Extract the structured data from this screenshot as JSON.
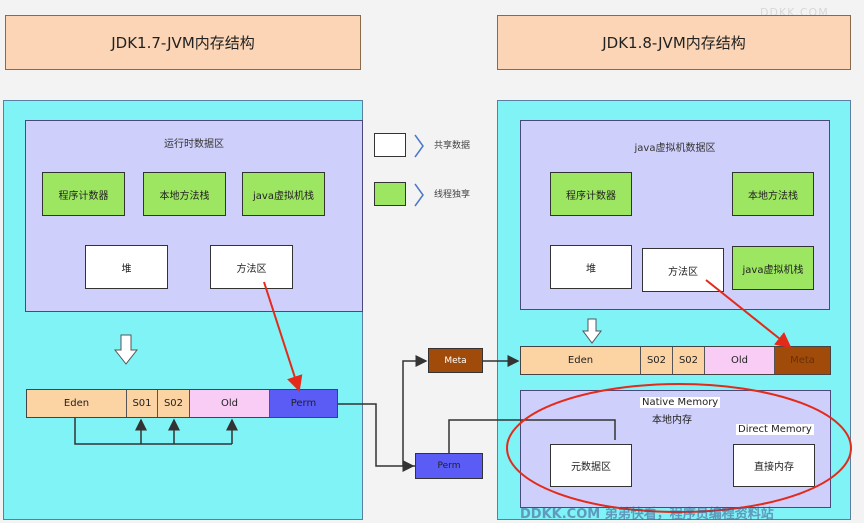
{
  "watermark_top": "DDKK.COM",
  "watermark_bottom": "DDKK.COM 弟弟快看，程序员编程资料站",
  "left": {
    "title": "JDK1.7-JVM内存结构",
    "runtime_area_label": "运行时数据区",
    "pc_register": "程序计数器",
    "native_stack": "本地方法栈",
    "java_stack": "java虚拟机栈",
    "heap": "堆",
    "method_area": "方法区",
    "memory_bar": [
      "Eden",
      "S01",
      "S02",
      "Old",
      "Perm"
    ]
  },
  "legend": {
    "shared": "共享数据",
    "thread_private": "线程独享"
  },
  "middle": {
    "meta": "Meta",
    "perm": "Perm"
  },
  "right": {
    "title": "JDK1.8-JVM内存结构",
    "jvm_area_label": "java虚拟机数据区",
    "pc_register": "程序计数器",
    "native_stack": "本地方法栈",
    "heap": "堆",
    "method_area": "方法区",
    "java_stack": "java虚拟机栈",
    "memory_bar": [
      "Eden",
      "S02",
      "S02",
      "Old",
      "Meta"
    ],
    "native_memory_en": "Native Memory",
    "native_memory_cn": "本地内存",
    "direct_memory_en": "Direct Memory",
    "metaspace": "元数据区",
    "direct_memory": "直接内存"
  },
  "colors": {
    "title_bg": "#fbd5b5",
    "panel_bg": "#7ff3f6",
    "area_bg": "#cfcffb",
    "green": "#9de661",
    "bar_orange": "#fcd3a3",
    "old_pink": "#f8ccf4",
    "perm_blue": "#5a5cf5",
    "meta_brown": "#a04b0a",
    "arrow_red": "#e42a1a",
    "ellipse_red": "#e42a1a"
  }
}
